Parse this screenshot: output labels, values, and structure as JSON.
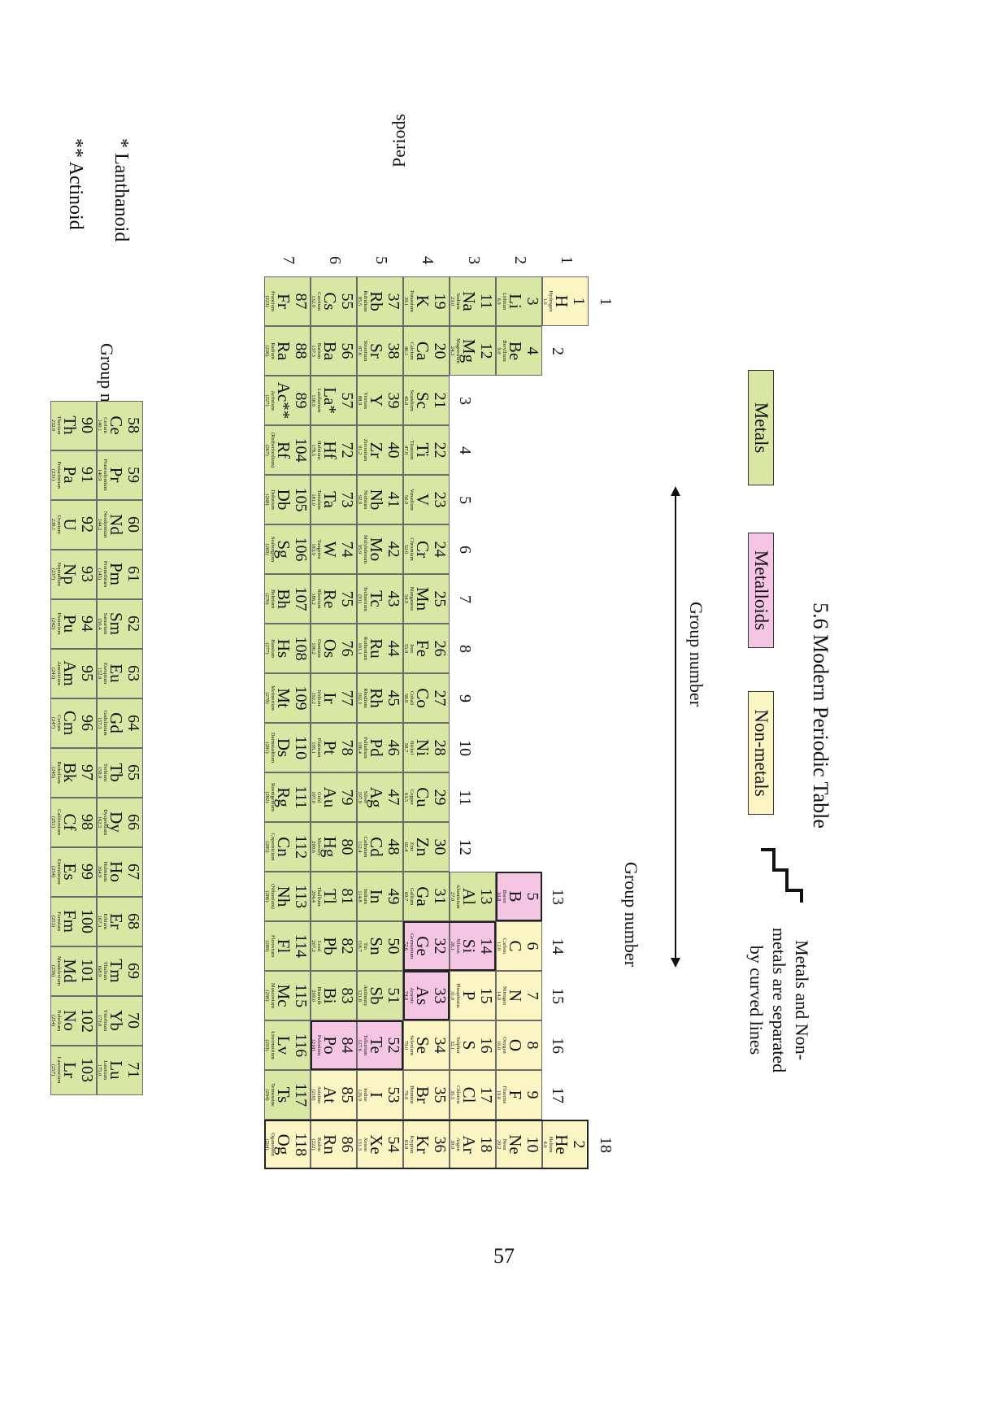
{
  "title": "5.6 Modern Periodic Table",
  "page_number": "57",
  "legend": {
    "metals": "Metals",
    "metalloids": "Metalloids",
    "nonmetals": "Non-metals",
    "separator_note": [
      "Metals and Non-",
      "metals are separated",
      "by curved lines"
    ]
  },
  "labels": {
    "group_number": "Group number",
    "periods": "Periods",
    "lanthanoid": "* Lanthanoid",
    "actinoid": "** Actinoid"
  },
  "group_numbers": [
    "1",
    "2",
    "3",
    "4",
    "5",
    "6",
    "7",
    "8",
    "9",
    "10",
    "11",
    "12",
    "13",
    "14",
    "15",
    "16",
    "17",
    "18"
  ],
  "period_numbers": [
    "1",
    "2",
    "3",
    "4",
    "5",
    "6",
    "7"
  ],
  "colors": {
    "metal": "#d8e8a4",
    "metalloid": "#f4c6e4",
    "nonmetal": "#fbf5c4",
    "border": "#6b6b6b"
  },
  "elements": [
    {
      "z": "1",
      "sym": "H",
      "name": "Hydrogen",
      "w": "1.0",
      "p": 1,
      "g": 1,
      "t": "n"
    },
    {
      "z": "2",
      "sym": "He",
      "name": "Helium",
      "w": "4.0",
      "p": 1,
      "g": 18,
      "t": "n"
    },
    {
      "z": "3",
      "sym": "Li",
      "name": "Lithium",
      "w": "6.9",
      "p": 2,
      "g": 1,
      "t": "m"
    },
    {
      "z": "4",
      "sym": "Be",
      "name": "Beryllium",
      "w": "9.0",
      "p": 2,
      "g": 2,
      "t": "m"
    },
    {
      "z": "5",
      "sym": "B",
      "name": "Boron",
      "w": "10.8",
      "p": 2,
      "g": 13,
      "t": "ml"
    },
    {
      "z": "6",
      "sym": "C",
      "name": "Carbon",
      "w": "12.0",
      "p": 2,
      "g": 14,
      "t": "n"
    },
    {
      "z": "7",
      "sym": "N",
      "name": "Nitrogen",
      "w": "14.0",
      "p": 2,
      "g": 15,
      "t": "n"
    },
    {
      "z": "8",
      "sym": "O",
      "name": "Oxygen",
      "w": "16.0",
      "p": 2,
      "g": 16,
      "t": "n"
    },
    {
      "z": "9",
      "sym": "F",
      "name": "Fluorine",
      "w": "19.0",
      "p": 2,
      "g": 17,
      "t": "n"
    },
    {
      "z": "10",
      "sym": "Ne",
      "name": "Neon",
      "w": "20.2",
      "p": 2,
      "g": 18,
      "t": "n"
    },
    {
      "z": "11",
      "sym": "Na",
      "name": "Sodium",
      "w": "23.0",
      "p": 3,
      "g": 1,
      "t": "m"
    },
    {
      "z": "12",
      "sym": "Mg",
      "name": "Magnesium",
      "w": "24.3",
      "p": 3,
      "g": 2,
      "t": "m"
    },
    {
      "z": "13",
      "sym": "Al",
      "name": "Aluminium",
      "w": "27.0",
      "p": 3,
      "g": 13,
      "t": "m"
    },
    {
      "z": "14",
      "sym": "Si",
      "name": "Silicon",
      "w": "28.1",
      "p": 3,
      "g": 14,
      "t": "ml"
    },
    {
      "z": "15",
      "sym": "P",
      "name": "Phosphorus",
      "w": "31.0",
      "p": 3,
      "g": 15,
      "t": "n"
    },
    {
      "z": "16",
      "sym": "S",
      "name": "Sulphur",
      "w": "32.1",
      "p": 3,
      "g": 16,
      "t": "n"
    },
    {
      "z": "17",
      "sym": "Cl",
      "name": "Chlorine",
      "w": "35.5",
      "p": 3,
      "g": 17,
      "t": "n"
    },
    {
      "z": "18",
      "sym": "Ar",
      "name": "Argon",
      "w": "39.9",
      "p": 3,
      "g": 18,
      "t": "n"
    },
    {
      "z": "19",
      "sym": "K",
      "name": "Potassium",
      "w": "39.1",
      "p": 4,
      "g": 1,
      "t": "m"
    },
    {
      "z": "20",
      "sym": "Ca",
      "name": "Calcium",
      "w": "40.1",
      "p": 4,
      "g": 2,
      "t": "m"
    },
    {
      "z": "21",
      "sym": "Sc",
      "name": "Scandium",
      "w": "45.0",
      "p": 4,
      "g": 3,
      "t": "m"
    },
    {
      "z": "22",
      "sym": "Ti",
      "name": "Titanium",
      "w": "47.9",
      "p": 4,
      "g": 4,
      "t": "m"
    },
    {
      "z": "23",
      "sym": "V",
      "name": "Vanadium",
      "w": "50.9",
      "p": 4,
      "g": 5,
      "t": "m"
    },
    {
      "z": "24",
      "sym": "Cr",
      "name": "Chromium",
      "w": "52.0",
      "p": 4,
      "g": 6,
      "t": "m"
    },
    {
      "z": "25",
      "sym": "Mn",
      "name": "Manganese",
      "w": "54.9",
      "p": 4,
      "g": 7,
      "t": "m"
    },
    {
      "z": "26",
      "sym": "Fe",
      "name": "Iron",
      "w": "55.9",
      "p": 4,
      "g": 8,
      "t": "m"
    },
    {
      "z": "27",
      "sym": "Co",
      "name": "Cobalt",
      "w": "58.9",
      "p": 4,
      "g": 9,
      "t": "m"
    },
    {
      "z": "28",
      "sym": "Ni",
      "name": "Nickel",
      "w": "58.7",
      "p": 4,
      "g": 10,
      "t": "m"
    },
    {
      "z": "29",
      "sym": "Cu",
      "name": "Copper",
      "w": "63.5",
      "p": 4,
      "g": 11,
      "t": "m"
    },
    {
      "z": "30",
      "sym": "Zn",
      "name": "Zinc",
      "w": "65.4",
      "p": 4,
      "g": 12,
      "t": "m"
    },
    {
      "z": "31",
      "sym": "Ga",
      "name": "Gallium",
      "w": "69.7",
      "p": 4,
      "g": 13,
      "t": "m"
    },
    {
      "z": "32",
      "sym": "Ge",
      "name": "Germanium",
      "w": "72.6",
      "p": 4,
      "g": 14,
      "t": "ml"
    },
    {
      "z": "33",
      "sym": "As",
      "name": "Arsenic",
      "w": "74.9",
      "p": 4,
      "g": 15,
      "t": "ml"
    },
    {
      "z": "34",
      "sym": "Se",
      "name": "Selenium",
      "w": "79.0",
      "p": 4,
      "g": 16,
      "t": "n"
    },
    {
      "z": "35",
      "sym": "Br",
      "name": "Bromine",
      "w": "79.9",
      "p": 4,
      "g": 17,
      "t": "n"
    },
    {
      "z": "36",
      "sym": "Kr",
      "name": "Krypton",
      "w": "83.8",
      "p": 4,
      "g": 18,
      "t": "n"
    },
    {
      "z": "37",
      "sym": "Rb",
      "name": "Rubidium",
      "w": "85.5",
      "p": 5,
      "g": 1,
      "t": "m"
    },
    {
      "z": "38",
      "sym": "Sr",
      "name": "Strontium",
      "w": "87.6",
      "p": 5,
      "g": 2,
      "t": "m"
    },
    {
      "z": "39",
      "sym": "Y",
      "name": "Yttrium",
      "w": "88.9",
      "p": 5,
      "g": 3,
      "t": "m"
    },
    {
      "z": "40",
      "sym": "Zr",
      "name": "Zirconium",
      "w": "91.2",
      "p": 5,
      "g": 4,
      "t": "m"
    },
    {
      "z": "41",
      "sym": "Nb",
      "name": "Niobium",
      "w": "92.9",
      "p": 5,
      "g": 5,
      "t": "m"
    },
    {
      "z": "42",
      "sym": "Mo",
      "name": "Molybdenum",
      "w": "95.9",
      "p": 5,
      "g": 6,
      "t": "m"
    },
    {
      "z": "43",
      "sym": "Tc",
      "name": "Technetium",
      "w": "(91)",
      "p": 5,
      "g": 7,
      "t": "m"
    },
    {
      "z": "44",
      "sym": "Ru",
      "name": "Ruthenium",
      "w": "101.1",
      "p": 5,
      "g": 8,
      "t": "m"
    },
    {
      "z": "45",
      "sym": "Rh",
      "name": "Rhodium",
      "w": "102.3",
      "p": 5,
      "g": 9,
      "t": "m"
    },
    {
      "z": "46",
      "sym": "Pd",
      "name": "Palladium",
      "w": "106.4",
      "p": 5,
      "g": 10,
      "t": "m"
    },
    {
      "z": "47",
      "sym": "Ag",
      "name": "Silver",
      "w": "107.9",
      "p": 5,
      "g": 11,
      "t": "m"
    },
    {
      "z": "48",
      "sym": "Cd",
      "name": "Cadmium",
      "w": "112.4",
      "p": 5,
      "g": 12,
      "t": "m"
    },
    {
      "z": "49",
      "sym": "In",
      "name": "Indium",
      "w": "114.8",
      "p": 5,
      "g": 13,
      "t": "m"
    },
    {
      "z": "50",
      "sym": "Sn",
      "name": "Tin",
      "w": "118.7",
      "p": 5,
      "g": 14,
      "t": "m"
    },
    {
      "z": "51",
      "sym": "Sb",
      "name": "Antimony",
      "w": "121.8",
      "p": 5,
      "g": 15,
      "t": "m"
    },
    {
      "z": "52",
      "sym": "Te",
      "name": "Tellurium",
      "w": "127.6",
      "p": 5,
      "g": 16,
      "t": "ml"
    },
    {
      "z": "53",
      "sym": "I",
      "name": "Iodine",
      "w": "126.9",
      "p": 5,
      "g": 17,
      "t": "n"
    },
    {
      "z": "54",
      "sym": "Xe",
      "name": "Xenon",
      "w": "131.3",
      "p": 5,
      "g": 18,
      "t": "n"
    },
    {
      "z": "55",
      "sym": "Cs",
      "name": "Caesium",
      "w": "132.9",
      "p": 6,
      "g": 1,
      "t": "m"
    },
    {
      "z": "56",
      "sym": "Ba",
      "name": "Barium",
      "w": "137.3",
      "p": 6,
      "g": 2,
      "t": "m"
    },
    {
      "z": "57",
      "sym": "La*",
      "name": "Lanthanum",
      "w": "138.9",
      "p": 6,
      "g": 3,
      "t": "m"
    },
    {
      "z": "72",
      "sym": "Hf",
      "name": "Hafnium",
      "w": "178.5",
      "p": 6,
      "g": 4,
      "t": "m"
    },
    {
      "z": "73",
      "sym": "Ta",
      "name": "Tantalum",
      "w": "181.0",
      "p": 6,
      "g": 5,
      "t": "m"
    },
    {
      "z": "74",
      "sym": "W",
      "name": "Tungsten",
      "w": "183.9",
      "p": 6,
      "g": 6,
      "t": "m"
    },
    {
      "z": "75",
      "sym": "Re",
      "name": "Rhenium",
      "w": "186.2",
      "p": 6,
      "g": 7,
      "t": "m"
    },
    {
      "z": "76",
      "sym": "Os",
      "name": "Osmium",
      "w": "190.2",
      "p": 6,
      "g": 8,
      "t": "m"
    },
    {
      "z": "77",
      "sym": "Ir",
      "name": "Iridium",
      "w": "192.2",
      "p": 6,
      "g": 9,
      "t": "m"
    },
    {
      "z": "78",
      "sym": "Pt",
      "name": "Platinum",
      "w": "195.1",
      "p": 6,
      "g": 10,
      "t": "m"
    },
    {
      "z": "79",
      "sym": "Au",
      "name": "Gold",
      "w": "197.0",
      "p": 6,
      "g": 11,
      "t": "m"
    },
    {
      "z": "80",
      "sym": "Hg",
      "name": "Mercury",
      "w": "200.6",
      "p": 6,
      "g": 12,
      "t": "m"
    },
    {
      "z": "81",
      "sym": "Tl",
      "name": "Thallium",
      "w": "204.4",
      "p": 6,
      "g": 13,
      "t": "m"
    },
    {
      "z": "82",
      "sym": "Pb",
      "name": "Lead",
      "w": "207.2",
      "p": 6,
      "g": 14,
      "t": "m"
    },
    {
      "z": "83",
      "sym": "Bi",
      "name": "Bismuth",
      "w": "209.0",
      "p": 6,
      "g": 15,
      "t": "m"
    },
    {
      "z": "84",
      "sym": "Po",
      "name": "Polonium",
      "w": "(210)",
      "p": 6,
      "g": 16,
      "t": "ml"
    },
    {
      "z": "85",
      "sym": "At",
      "name": "Astatine",
      "w": "(210)",
      "p": 6,
      "g": 17,
      "t": "n"
    },
    {
      "z": "86",
      "sym": "Rn",
      "name": "Radon",
      "w": "(222)",
      "p": 6,
      "g": 18,
      "t": "n"
    },
    {
      "z": "87",
      "sym": "Fr",
      "name": "Francium",
      "w": "(223)",
      "p": 7,
      "g": 1,
      "t": "m"
    },
    {
      "z": "88",
      "sym": "Ra",
      "name": "Radium",
      "w": "(226)",
      "p": 7,
      "g": 2,
      "t": "m"
    },
    {
      "z": "89",
      "sym": "Ac**",
      "name": "Actinium",
      "w": "(227)",
      "p": 7,
      "g": 3,
      "t": "m"
    },
    {
      "z": "104",
      "sym": "Rf",
      "name": "(Rutherfordium)",
      "w": "(267)",
      "p": 7,
      "g": 4,
      "t": "m"
    },
    {
      "z": "105",
      "sym": "Db",
      "name": "Dubnium",
      "w": "(268)",
      "p": 7,
      "g": 5,
      "t": "m"
    },
    {
      "z": "106",
      "sym": "Sg",
      "name": "Seaborgium",
      "w": "(269)",
      "p": 7,
      "g": 6,
      "t": "m"
    },
    {
      "z": "107",
      "sym": "Bh",
      "name": "Bohrium",
      "w": "(270)",
      "p": 7,
      "g": 7,
      "t": "m"
    },
    {
      "z": "108",
      "sym": "Hs",
      "name": "Hassium",
      "w": "(277)",
      "p": 7,
      "g": 8,
      "t": "m"
    },
    {
      "z": "109",
      "sym": "Mt",
      "name": "Meitnerium",
      "w": "(278)",
      "p": 7,
      "g": 9,
      "t": "m"
    },
    {
      "z": "110",
      "sym": "Ds",
      "name": "Darmstadtium",
      "w": "(281)",
      "p": 7,
      "g": 10,
      "t": "m"
    },
    {
      "z": "111",
      "sym": "Rg",
      "name": "Roentgenium",
      "w": "(282)",
      "p": 7,
      "g": 11,
      "t": "m"
    },
    {
      "z": "112",
      "sym": "Cn",
      "name": "Copernicium",
      "w": "(285)",
      "p": 7,
      "g": 12,
      "t": "m"
    },
    {
      "z": "113",
      "sym": "Nh",
      "name": "(Nihonium)",
      "w": "(286)",
      "p": 7,
      "g": 13,
      "t": "m"
    },
    {
      "z": "114",
      "sym": "Fl",
      "name": "Flerovium",
      "w": "(289)",
      "p": 7,
      "g": 14,
      "t": "m"
    },
    {
      "z": "115",
      "sym": "Mc",
      "name": "Moscovium",
      "w": "(290)",
      "p": 7,
      "g": 15,
      "t": "m"
    },
    {
      "z": "116",
      "sym": "Lv",
      "name": "Livermorium",
      "w": "(293)",
      "p": 7,
      "g": 16,
      "t": "m"
    },
    {
      "z": "117",
      "sym": "Ts",
      "name": "Tennessine",
      "w": "(294)",
      "p": 7,
      "g": 17,
      "t": "m"
    },
    {
      "z": "118",
      "sym": "Og",
      "name": "Oganesson",
      "w": "(294)",
      "p": 7,
      "g": 18,
      "t": "n"
    }
  ],
  "lanthanoids": [
    {
      "z": "58",
      "sym": "Ce",
      "name": "Cerium",
      "w": "140.1"
    },
    {
      "z": "59",
      "sym": "Pr",
      "name": "Praseodymium",
      "w": "140.9"
    },
    {
      "z": "60",
      "sym": "Nd",
      "name": "Neodymium",
      "w": "144.2"
    },
    {
      "z": "61",
      "sym": "Pm",
      "name": "Promethium",
      "w": "(145)"
    },
    {
      "z": "62",
      "sym": "Sm",
      "name": "Samarium",
      "w": "150.4"
    },
    {
      "z": "63",
      "sym": "Eu",
      "name": "Europium",
      "w": "152.0"
    },
    {
      "z": "64",
      "sym": "Gd",
      "name": "Gadolinium",
      "w": "157.3"
    },
    {
      "z": "65",
      "sym": "Tb",
      "name": "Terbium",
      "w": "158.9"
    },
    {
      "z": "66",
      "sym": "Dy",
      "name": "Dysprosium",
      "w": "162.5"
    },
    {
      "z": "67",
      "sym": "Ho",
      "name": "Holmium",
      "w": "164.9"
    },
    {
      "z": "68",
      "sym": "Er",
      "name": "Erbium",
      "w": "167.3"
    },
    {
      "z": "69",
      "sym": "Tm",
      "name": "Thulium",
      "w": "168.9"
    },
    {
      "z": "70",
      "sym": "Yb",
      "name": "Ytterbium",
      "w": "173.0"
    },
    {
      "z": "71",
      "sym": "Lu",
      "name": "Lutetium",
      "w": "175.0"
    }
  ],
  "actinoids": [
    {
      "z": "90",
      "sym": "Th",
      "name": "Thorium",
      "w": "232.0"
    },
    {
      "z": "91",
      "sym": "Pa",
      "name": "Protactinium",
      "w": "(231)"
    },
    {
      "z": "92",
      "sym": "U",
      "name": "Uranium",
      "w": "238.1"
    },
    {
      "z": "93",
      "sym": "Np",
      "name": "Neptunium",
      "w": "(237)"
    },
    {
      "z": "94",
      "sym": "Pu",
      "name": "Plutonium",
      "w": "(242)"
    },
    {
      "z": "95",
      "sym": "Am",
      "name": "Americium",
      "w": "(243)"
    },
    {
      "z": "96",
      "sym": "Cm",
      "name": "Curium",
      "w": "(247)"
    },
    {
      "z": "97",
      "sym": "Bk",
      "name": "Berkelium",
      "w": "(245)"
    },
    {
      "z": "98",
      "sym": "Cf",
      "name": "Californium",
      "w": "(251)"
    },
    {
      "z": "99",
      "sym": "Es",
      "name": "Einsteinium",
      "w": "(254)"
    },
    {
      "z": "100",
      "sym": "Fm",
      "name": "Fermium",
      "w": "(253)"
    },
    {
      "z": "101",
      "sym": "Md",
      "name": "Mendelevium",
      "w": "(256)"
    },
    {
      "z": "102",
      "sym": "No",
      "name": "Nobelium",
      "w": "(254)"
    },
    {
      "z": "103",
      "sym": "Lr",
      "name": "Lawrencium",
      "w": "(257)"
    }
  ]
}
